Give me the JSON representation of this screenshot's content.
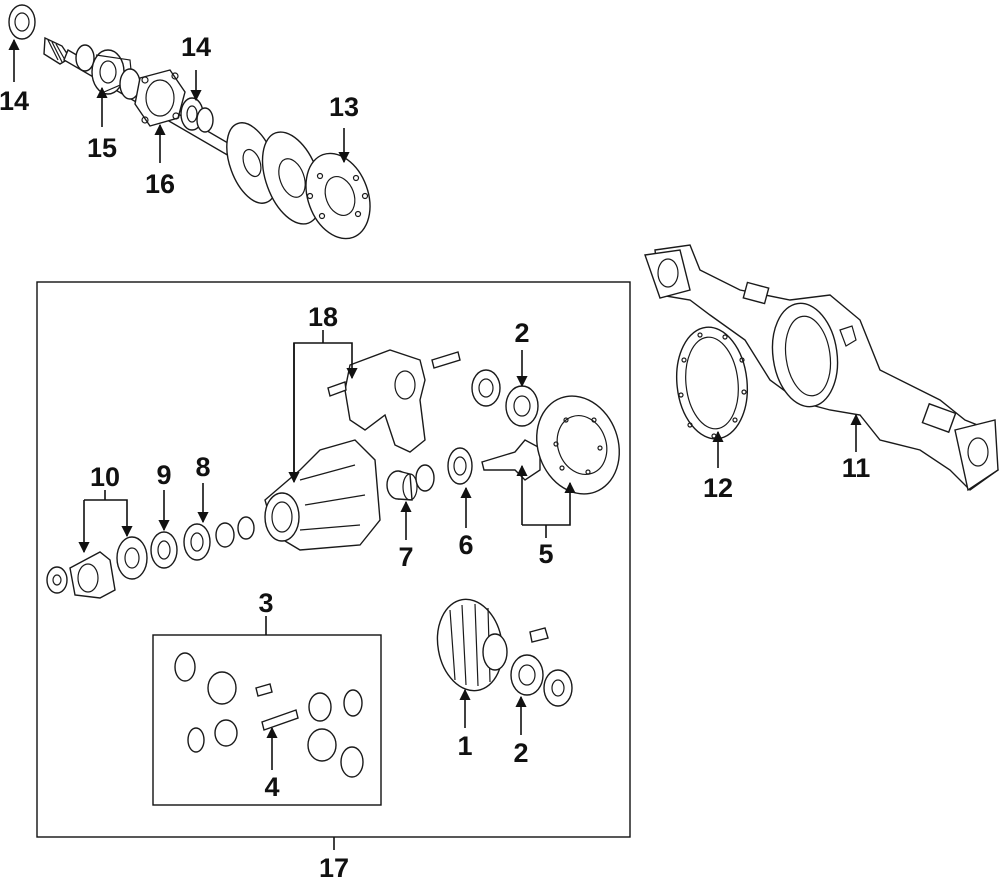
{
  "callouts": {
    "c1": "1",
    "c2a": "2",
    "c2b": "2",
    "c3": "3",
    "c4": "4",
    "c5": "5",
    "c6": "6",
    "c7": "7",
    "c8": "8",
    "c9": "9",
    "c10": "10",
    "c11": "11",
    "c12": "12",
    "c13": "13",
    "c14a": "14",
    "c14b": "14",
    "c15": "15",
    "c16": "16",
    "c17": "17",
    "c18": "18"
  },
  "colors": {
    "line": "#111111",
    "background": "#ffffff"
  }
}
